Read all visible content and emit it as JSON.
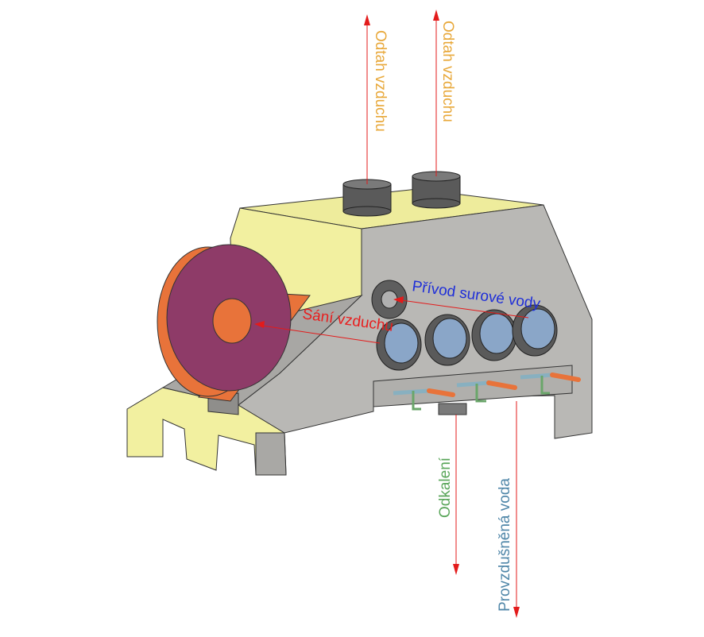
{
  "labels": {
    "exhaust_1": "Odtah vzduchu",
    "exhaust_2": "Odtah vzduchu",
    "raw_water": "Přívod surové vody",
    "air_intake": "Sání vzduchu",
    "blowdown": "Odkalení",
    "aerated_water": "Provzdušněná voda"
  },
  "colors": {
    "exhaust": "#e8a83a",
    "raw_water": "#1f2fd8",
    "air_intake": "#e81e1e",
    "blowdown": "#5aa65a",
    "aerated_water": "#4f86a8",
    "arrow_red": "#e31b1b",
    "housing_front": "#b9b8b5",
    "housing_yellow": "#f2f0a0",
    "fan": "#8e3b68",
    "fan_rim": "#e8733a",
    "porthole": "#8aa6c8"
  }
}
